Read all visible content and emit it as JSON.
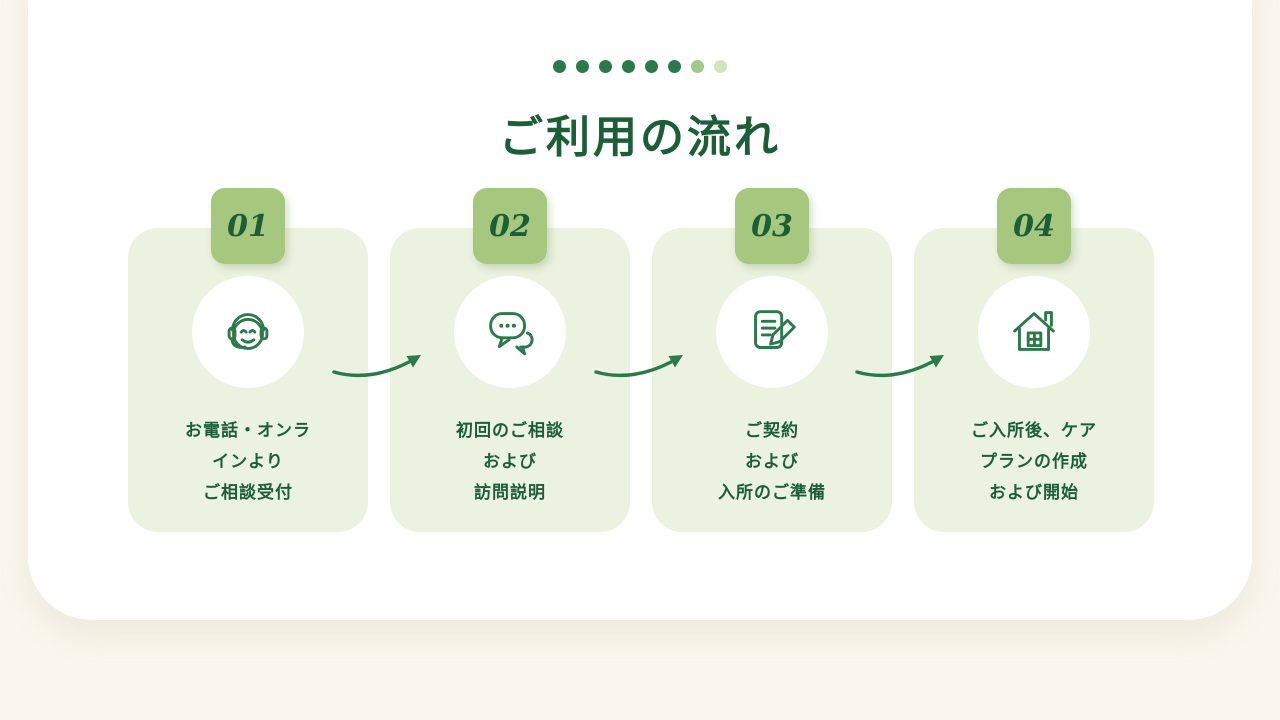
{
  "title": "ご利用の流れ",
  "dots": {
    "colors": [
      "#2c7a4b",
      "#2c7a4b",
      "#2c7a4b",
      "#2c7a4b",
      "#2c7a4b",
      "#2c7a4b",
      "#9fc98a",
      "#d2e5ba"
    ]
  },
  "steps": [
    {
      "number": "01",
      "icon": "headset-person-icon",
      "lines": [
        "お電話・オンラ",
        "インより",
        "ご相談受付"
      ]
    },
    {
      "number": "02",
      "icon": "chat-bubbles-icon",
      "lines": [
        "初回のご相談",
        "および",
        "訪問説明"
      ]
    },
    {
      "number": "03",
      "icon": "document-pencil-icon",
      "lines": [
        "ご契約",
        "および",
        "入所のご準備"
      ]
    },
    {
      "number": "04",
      "icon": "house-icon",
      "lines": [
        "ご入所後、ケア",
        "プランの作成",
        "および開始"
      ]
    }
  ],
  "colors": {
    "background": "#faf6ed",
    "panel": "#ffffff",
    "card": "#ebf2e0",
    "badge": "#a5c87e",
    "accent": "#1c5e38",
    "icon": "#2c7a4b"
  }
}
